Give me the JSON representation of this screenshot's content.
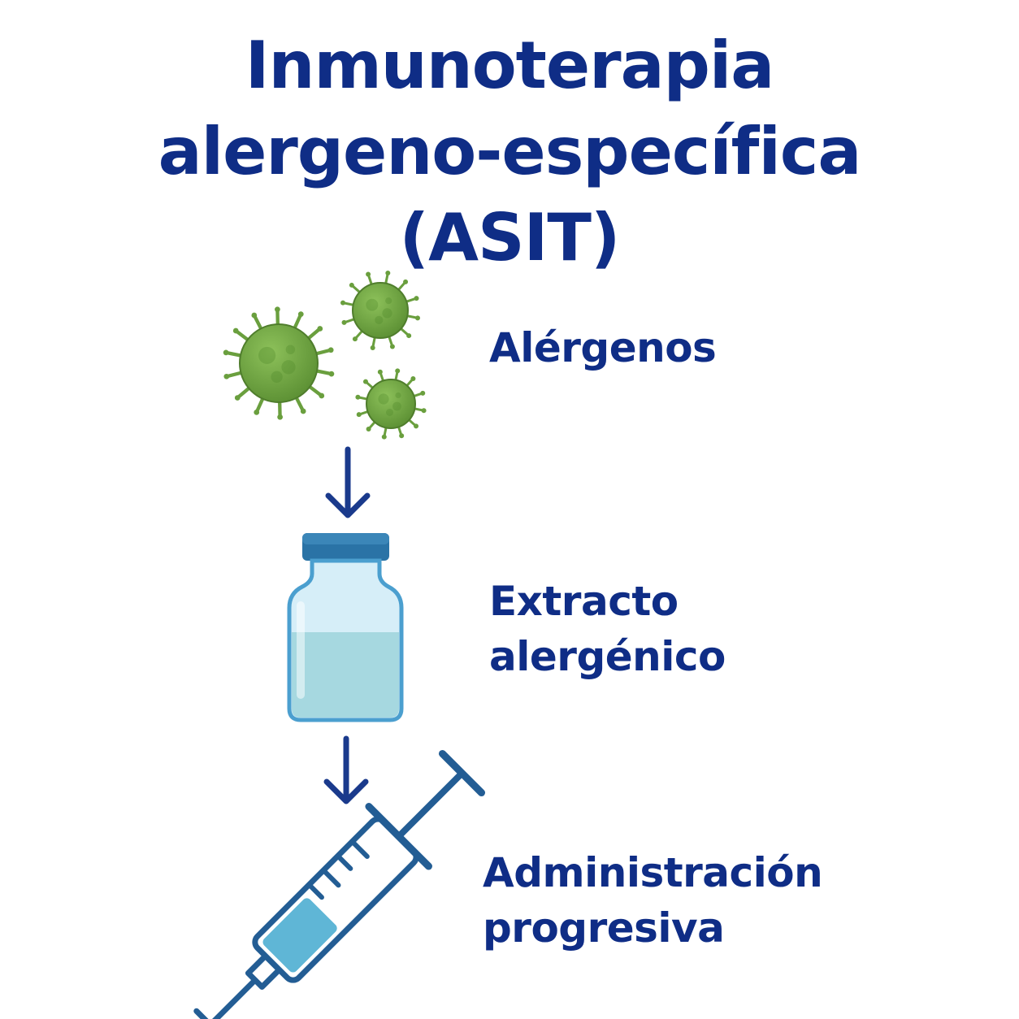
{
  "title": {
    "line1": "Inmunoterapia",
    "line2": "alergeno-específica",
    "line3": "(ASIT)"
  },
  "steps": [
    {
      "icon": "allergen-particles-icon",
      "line1": "Alérgenos"
    },
    {
      "icon": "vial-icon",
      "line1": "Extracto",
      "line2": "alergénico"
    },
    {
      "icon": "syringe-icon",
      "line1": "Administración",
      "line2": "progresiva"
    }
  ],
  "colors": {
    "title_text": "#0f2d86",
    "arrow": "#1a3a8c",
    "allergen_green": "#6a9f3e",
    "vial_cap": "#2a73a6",
    "vial_liquid": "#a6d8e0",
    "syringe_blue": "#235d94"
  }
}
